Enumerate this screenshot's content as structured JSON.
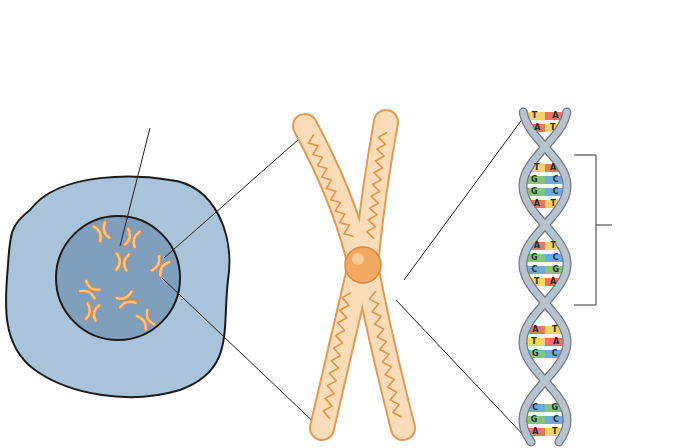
{
  "diagram": {
    "labels": [
      "T",
      "A",
      "A",
      "T",
      "T",
      "A",
      "G",
      "C",
      "G",
      "C",
      "A",
      "T",
      "A",
      "T",
      "G",
      "C",
      "C",
      "G",
      "T",
      "A",
      "A",
      "T",
      "T",
      "A",
      "G",
      "C",
      "C",
      "G",
      "G",
      "C",
      "A",
      "T"
    ]
  }
}
